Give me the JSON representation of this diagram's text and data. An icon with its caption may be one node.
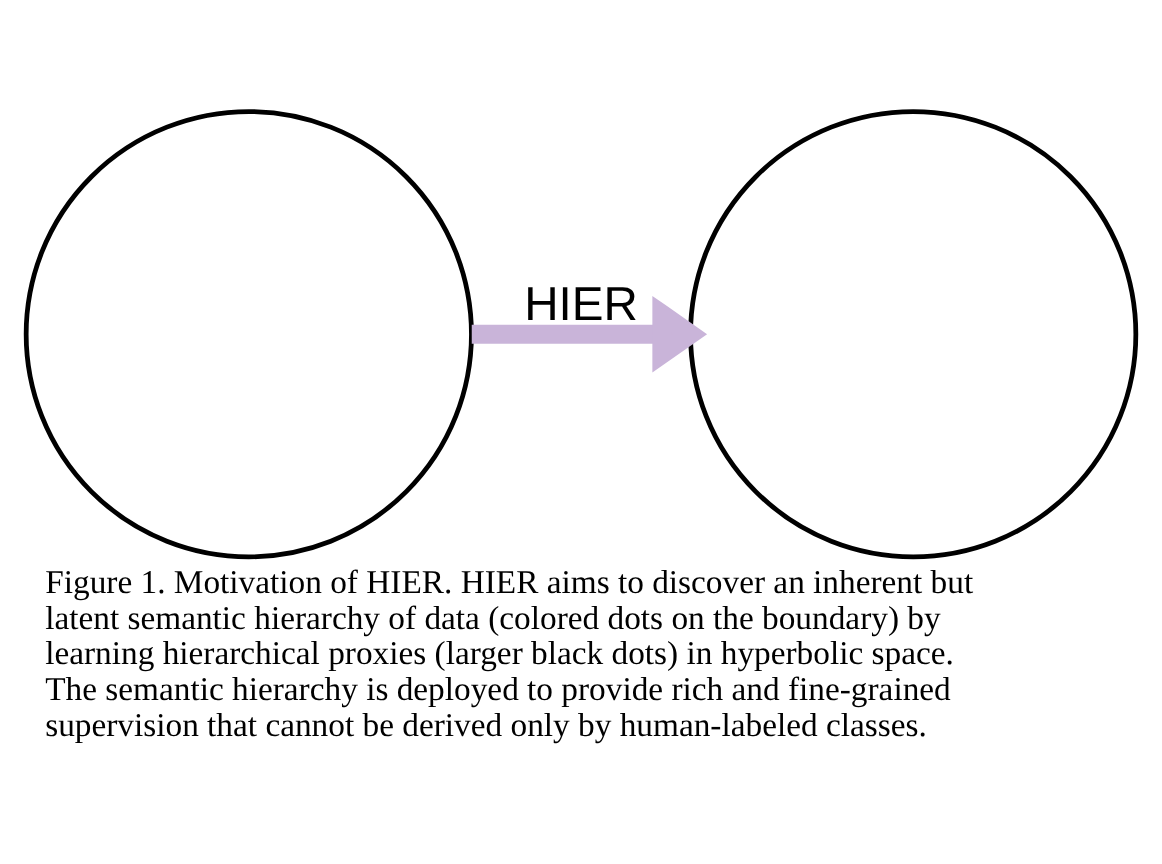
{
  "diagram": {
    "caption": "Figure 1. Motivation of HIER. HIER aims to discover an inherent but latent semantic hierarchy of data (colored dots on the boundary) by learning hierarchical proxies (larger black dots) in hyperbolic space. The semantic hierarchy is deployed to provide rich and fine-grained supervision that cannot be derived only by human-labeled classes.",
    "nodes": [
      {
        "text": [],
        "shape": "circle"
      },
      {
        "text": [],
        "shape": "circle"
      }
    ],
    "edges": [
      {
        "from": 0,
        "to": 1,
        "arrow": "to",
        "label": "HIER"
      }
    ]
  }
}
